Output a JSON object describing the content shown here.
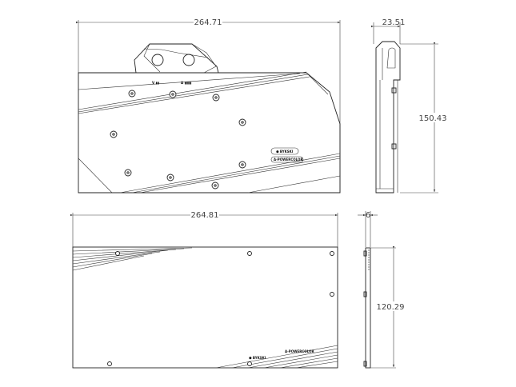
{
  "front_view": {
    "width_dim": "264.71"
  },
  "side_view_top": {
    "thickness_dim": "23.51",
    "height_dim": "150.43"
  },
  "back_view": {
    "width_dim": "264.81"
  },
  "side_view_bottom": {
    "thickness_dim": "6",
    "height_dim": "120.29"
  },
  "logo_text": {
    "brand": "BYKSKI",
    "model": "A-POWERCOLOR"
  }
}
